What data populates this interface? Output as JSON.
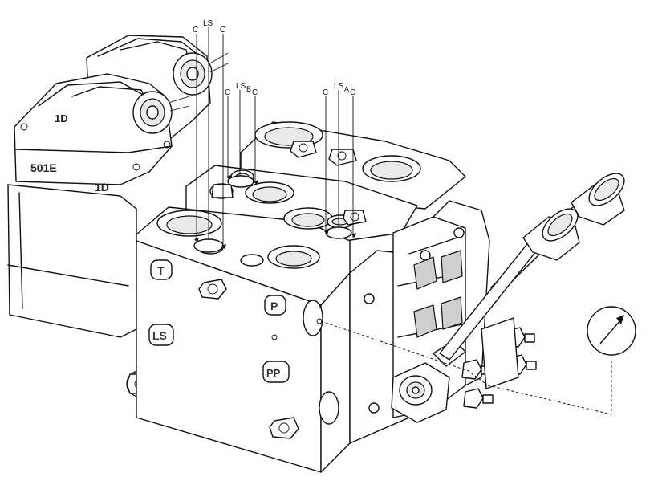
{
  "figure": {
    "callouts": {
      "c_top_left": "C",
      "ls_top": "LS",
      "c_top_right": "C",
      "c_mid_left": "C",
      "ls_b": "LS",
      "b_sub": "B",
      "c_mid_right": "C",
      "c_right_left": "C",
      "ls_a": "LS",
      "a_sub": "A",
      "c_right_right": "C"
    },
    "castings": {
      "solenoid_top": "1D",
      "solenoid_side": "1D",
      "model": "501E"
    },
    "ports": {
      "tank": "T",
      "load_sense": "LS",
      "pressure": "P",
      "pilot_pressure": "PP"
    },
    "gauge": {
      "icon": "pressure-gauge-icon"
    },
    "colors": {
      "line": "#111111",
      "shade": "#e9e9e9",
      "background": "#ffffff"
    }
  }
}
